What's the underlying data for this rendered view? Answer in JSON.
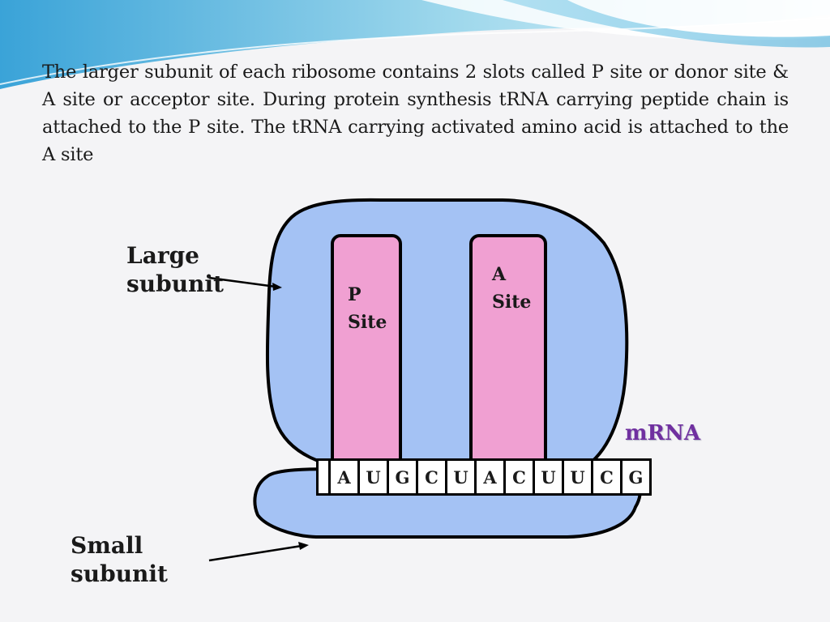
{
  "slide": {
    "intro_text": "The larger subunit of each ribosome contains 2 slots called P site or donor site & A site or acceptor site. During protein synthesis tRNA carrying peptide chain is attached to the P site. The tRNA carrying activated amino acid is attached to the A site"
  },
  "diagram": {
    "large_subunit_label": {
      "line1": "Large",
      "line2": "subunit"
    },
    "small_subunit_label": {
      "line1": "Small",
      "line2": "subunit"
    },
    "p_site_label": {
      "line1": "P",
      "line2": "Site"
    },
    "a_site_label": {
      "line1": "A",
      "line2": "Site"
    },
    "mrna_label": "mRNA",
    "codons": [
      "A",
      "U",
      "G",
      "C",
      "U",
      "A",
      "C",
      "U",
      "U",
      "C",
      "G"
    ]
  },
  "colors": {
    "subunit_fill": "#a4c2f4",
    "site_fill": "#f0a0d2",
    "mrna_text": "#7030a0",
    "outline": "#000000"
  }
}
